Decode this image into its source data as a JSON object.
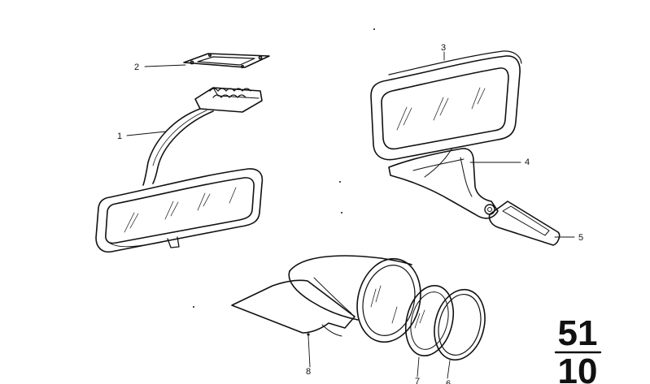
{
  "diagram": {
    "callouts": [
      {
        "id": "1",
        "label": "1"
      },
      {
        "id": "2",
        "label": "2"
      },
      {
        "id": "3",
        "label": "3"
      },
      {
        "id": "4",
        "label": "4"
      },
      {
        "id": "5",
        "label": "5"
      },
      {
        "id": "6",
        "label": "6"
      },
      {
        "id": "7",
        "label": "7"
      },
      {
        "id": "8",
        "label": "8"
      }
    ],
    "section_number": {
      "main": "51",
      "sub": "10"
    }
  }
}
